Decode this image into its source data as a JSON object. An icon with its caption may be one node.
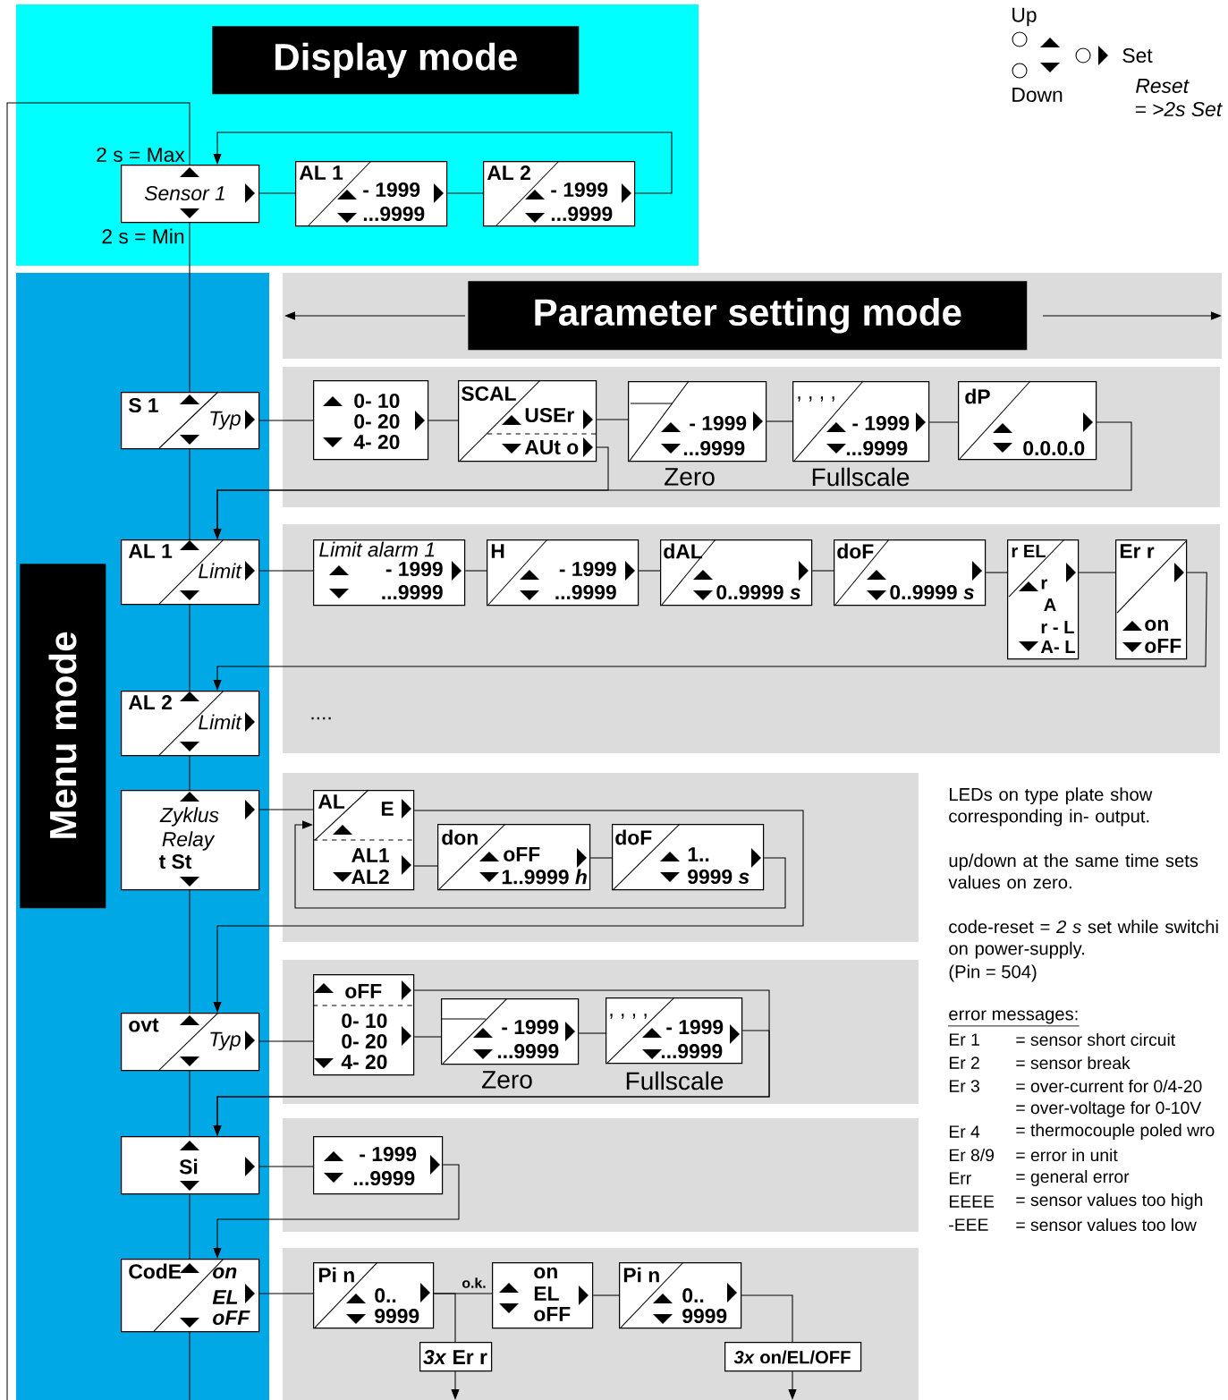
{
  "diagram": {
    "nodes": [
      {
        "text": [
          "Display mode"
        ]
      },
      {
        "text": [
          "Sensor 1"
        ],
        "beside": [
          "2 s = Max",
          "2 s = Min"
        ]
      },
      {
        "text": [
          "AL 1",
          "- 1999",
          "...9999"
        ]
      },
      {
        "text": [
          "AL 2",
          "- 1999",
          "...9999"
        ]
      },
      {
        "text": [
          "Parameter setting mode"
        ]
      },
      {
        "text": [
          "Menu mode"
        ]
      },
      {
        "text": [
          "S 1",
          "Typ"
        ]
      },
      {
        "text": [
          "0- 10",
          "0- 20",
          "4- 20"
        ]
      },
      {
        "text": [
          "SCAL",
          "USEr",
          "AUt o"
        ]
      },
      {
        "text": [
          "- 1999",
          "...9999"
        ],
        "beside": [
          "Zero"
        ]
      },
      {
        "text": [
          ", , , ,",
          "- 1999",
          "...9999"
        ],
        "beside": [
          "Fullscale"
        ]
      },
      {
        "text": [
          "dP",
          "0.0.0.0"
        ]
      },
      {
        "text": [
          "AL 1",
          "Limit"
        ]
      },
      {
        "text": [
          "Limit alarm 1",
          "- 1999",
          "...9999"
        ]
      },
      {
        "text": [
          "H",
          "- 1999",
          "...9999"
        ]
      },
      {
        "text": [
          "dAL",
          "0..9999 *s*"
        ]
      },
      {
        "text": [
          "doF",
          "0..9999 *s*"
        ]
      },
      {
        "text": [
          "r EL",
          "r",
          "A",
          "r - L",
          "A- L"
        ]
      },
      {
        "text": [
          "Er r",
          "on",
          "oFF"
        ]
      },
      {
        "text": [
          "AL 2",
          "Limit"
        ]
      },
      {
        "text": [
          "Zyklus",
          "Relay",
          "t St"
        ]
      },
      {
        "text": [
          "AL",
          "E",
          "AL1",
          "AL2"
        ]
      },
      {
        "text": [
          "don",
          "oFF",
          "1..9999 *h*"
        ]
      },
      {
        "text": [
          "doF",
          "1..",
          "9999 *s*"
        ]
      },
      {
        "text": [
          "ovt",
          "Typ"
        ]
      },
      {
        "text": [
          "oFF",
          "0- 10",
          "0- 20",
          "4- 20"
        ]
      },
      {
        "text": [
          "- 1999",
          "...9999"
        ],
        "beside": [
          "Zero"
        ]
      },
      {
        "text": [
          ", , , ,",
          "- 1999",
          "...9999"
        ],
        "beside": [
          "Fullscale"
        ]
      },
      {
        "text": [
          "Si"
        ]
      },
      {
        "text": [
          "- 1999",
          "...9999"
        ]
      },
      {
        "text": [
          "CodE",
          "on",
          "EL",
          "oFF"
        ]
      },
      {
        "text": [
          "Pi n",
          "0..",
          "9999"
        ]
      },
      {
        "text": [
          "on",
          "EL",
          "oFF"
        ]
      },
      {
        "text": [
          "Pi n",
          "0..",
          "9999"
        ]
      },
      {
        "text": [
          "*3x* Er r"
        ]
      },
      {
        "text": [
          "*3x* on/EL/OFF"
        ]
      }
    ],
    "edges": [
      {
        "from": 1,
        "to": 2,
        "arrow": "none"
      },
      {
        "from": 2,
        "to": 3,
        "arrow": "none"
      },
      {
        "from": 3,
        "to": 1,
        "arrow": "to"
      },
      {
        "from": null,
        "to": 1,
        "arrow": "none"
      },
      {
        "from": 1,
        "to": 6,
        "arrow": "none"
      },
      {
        "from": 6,
        "to": 7,
        "arrow": "none"
      },
      {
        "from": 7,
        "to": 8,
        "arrow": "none"
      },
      {
        "from": 8,
        "to": 9,
        "arrow": "none"
      },
      {
        "from": 9,
        "to": 10,
        "arrow": "none"
      },
      {
        "from": 10,
        "to": 11,
        "arrow": "none"
      },
      {
        "from": 11,
        "to": 12,
        "arrow": "to"
      },
      {
        "from": 8,
        "to": 12,
        "arrow": "to"
      },
      {
        "from": 6,
        "to": 12,
        "arrow": "none"
      },
      {
        "from": 12,
        "to": 13,
        "arrow": "none"
      },
      {
        "from": 13,
        "to": 14,
        "arrow": "none"
      },
      {
        "from": 14,
        "to": 15,
        "arrow": "none"
      },
      {
        "from": 15,
        "to": 16,
        "arrow": "none"
      },
      {
        "from": 16,
        "to": 17,
        "arrow": "none"
      },
      {
        "from": 17,
        "to": 18,
        "arrow": "none"
      },
      {
        "from": 18,
        "to": 19,
        "arrow": "to"
      },
      {
        "from": 12,
        "to": 19,
        "arrow": "none"
      },
      {
        "from": 19,
        "to": 20,
        "arrow": "none"
      },
      {
        "from": 20,
        "to": 21,
        "arrow": "none"
      },
      {
        "from": 21,
        "to": 22,
        "arrow": "none"
      },
      {
        "from": 22,
        "to": 23,
        "arrow": "none"
      },
      {
        "from": 23,
        "to": 21,
        "arrow": "to"
      },
      {
        "from": 21,
        "to": 24,
        "arrow": "to"
      },
      {
        "from": 20,
        "to": 24,
        "arrow": "none"
      },
      {
        "from": 24,
        "to": 25,
        "arrow": "none"
      },
      {
        "from": 25,
        "to": 26,
        "arrow": "none"
      },
      {
        "from": 26,
        "to": 27,
        "arrow": "none"
      },
      {
        "from": 25,
        "to": 28,
        "arrow": "to"
      },
      {
        "from": 27,
        "to": 28,
        "arrow": "to"
      },
      {
        "from": 24,
        "to": 28,
        "arrow": "none"
      },
      {
        "from": 28,
        "to": 29,
        "arrow": "none"
      },
      {
        "from": 29,
        "to": 30,
        "arrow": "to"
      },
      {
        "from": 28,
        "to": 30,
        "arrow": "none"
      },
      {
        "from": 30,
        "to": 31,
        "arrow": "none"
      },
      {
        "from": 31,
        "to": 32,
        "arrow": "none",
        "label": "o.k."
      },
      {
        "from": 31,
        "to": 34,
        "arrow": "none"
      },
      {
        "from": 34,
        "to": null,
        "arrow": "to"
      },
      {
        "from": 32,
        "to": 33,
        "arrow": "none"
      },
      {
        "from": 33,
        "to": 35,
        "arrow": "none"
      },
      {
        "from": 35,
        "to": null,
        "arrow": "to"
      },
      {
        "from": 30,
        "to": null,
        "arrow": "none"
      }
    ],
    "labels": [
      "Up",
      "Set",
      "Down",
      "Reset",
      "= >2s Set",
      "....",
      "LEDs on type plate show corresponding in- output.",
      "up/down at the same time sets values on zero.",
      "code-reset = *2 s* set while switchi on power-supply.",
      "(Pin = 504)",
      "error messages:",
      "Er 1",
      "= sensor short circuit",
      "Er 2",
      "= sensor break",
      "Er 3",
      "= over-current for 0/4-20",
      "= over-voltage for 0-10V",
      "Er 4",
      "= thermocouple poled wro",
      "Er 8/9",
      "= error in unit",
      "Err",
      "= general error",
      "EEEE",
      "= sensor values too high",
      "-EEE",
      "= sensor values too low"
    ]
  }
}
